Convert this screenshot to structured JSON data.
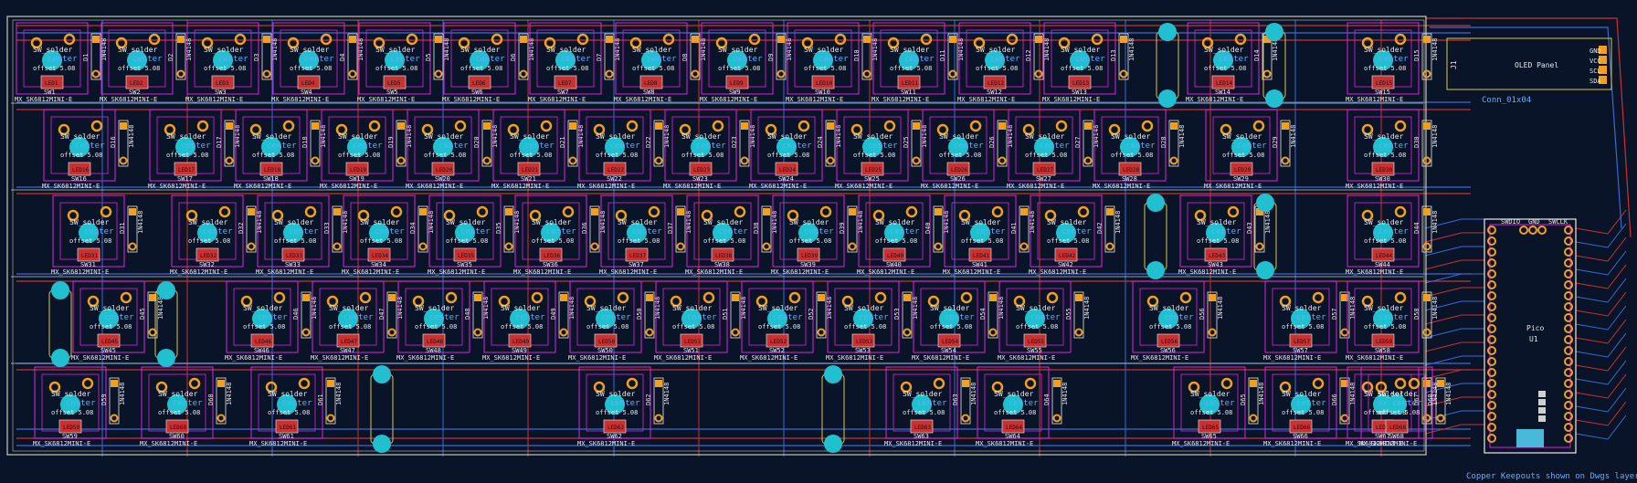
{
  "board": {
    "status_note": "Copper Keepouts shown on Dwgs layer"
  },
  "oled": {
    "label": "OLED Panel",
    "ref": "J1",
    "value": "Conn_01x04",
    "pins": [
      "GND",
      "VCC",
      "SCL",
      "SDA"
    ]
  },
  "pico": {
    "name": "Pico",
    "ref": "U1",
    "top_labels": [
      "SWDIO",
      "GND",
      "SWCLK"
    ]
  },
  "switch": {
    "name": "SW_solder",
    "center": "center",
    "offset": "offset 5.08",
    "footprint": "MX_SK6812MINI-E"
  },
  "diode": {
    "value": "1N4148"
  },
  "colors": {
    "background": "#0a1428",
    "switch_outline": "#e020e0",
    "pad": "#f0a020",
    "via": "#20c0d0",
    "trace_red": "#c83232",
    "trace_blue": "#3a6ad0",
    "edge": "#c8c8b4"
  },
  "rows": [
    {
      "keys": [
        "SW1",
        "SW2",
        "SW3",
        "SW4",
        "SW5",
        "SW6",
        "SW7",
        "SW8",
        "SW9",
        "SW10",
        "SW11",
        "SW12",
        "SW13",
        "SW14",
        "SW15"
      ],
      "leds": [
        "LED1",
        "LED2",
        "LED3",
        "LED4",
        "LED5",
        "LED6",
        "LED7",
        "LED8",
        "LED9",
        "LED10",
        "LED11",
        "LED12",
        "LED13",
        "LED14",
        "LED15"
      ]
    },
    {
      "keys": [
        "SW16",
        "SW17",
        "SW18",
        "SW19",
        "SW20",
        "SW21",
        "SW22",
        "SW23",
        "SW24",
        "SW25",
        "SW26",
        "SW27",
        "SW28",
        "SW29",
        "SW30"
      ],
      "leds": [
        "LED16",
        "LED17",
        "LED18",
        "LED19",
        "LED20",
        "LED21",
        "LED22",
        "LED23",
        "LED24",
        "LED25",
        "LED26",
        "LED27",
        "LED28",
        "LED29",
        "LED30"
      ]
    },
    {
      "keys": [
        "SW31",
        "SW32",
        "SW33",
        "SW34",
        "SW35",
        "SW36",
        "SW37",
        "SW38",
        "SW39",
        "SW40",
        "SW41",
        "SW42",
        "SW43",
        "SW44"
      ],
      "leds": [
        "LED31",
        "LED32",
        "LED33",
        "LED34",
        "LED35",
        "LED36",
        "LED37",
        "LED38",
        "LED39",
        "LED40",
        "LED41",
        "LED42",
        "LED43",
        "LED44"
      ]
    },
    {
      "keys": [
        "SW45",
        "SW46",
        "SW47",
        "SW48",
        "SW49",
        "SW50",
        "SW51",
        "SW52",
        "SW53",
        "SW54",
        "SW55",
        "SW56",
        "SW57",
        "SW58"
      ],
      "leds": [
        "LED45",
        "LED46",
        "LED47",
        "LED48",
        "LED49",
        "LED50",
        "LED51",
        "LED52",
        "LED53",
        "LED54",
        "LED55",
        "LED56",
        "LED57",
        "LED58"
      ]
    },
    {
      "keys": [
        "SW59",
        "SW60",
        "SW61",
        "SW62",
        "SW63",
        "SW64",
        "SW65",
        "SW66",
        "SW67",
        "SW68"
      ],
      "leds": [
        "LED59",
        "LED60",
        "LED61",
        "LED62",
        "LED63",
        "LED64",
        "LED65",
        "LED66",
        "LED67",
        "LED68"
      ]
    }
  ]
}
